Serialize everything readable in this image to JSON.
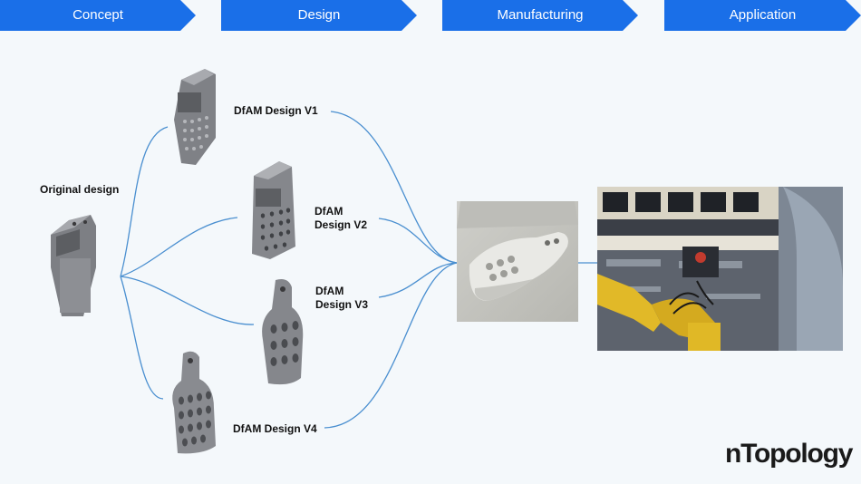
{
  "stages": [
    {
      "label": "Concept"
    },
    {
      "label": "Design"
    },
    {
      "label": "Manufacturing"
    },
    {
      "label": "Application"
    }
  ],
  "nodes": {
    "original": "Original design",
    "v1": "DfAM Design V1",
    "v2": "DfAM\nDesign V2",
    "v3": "DfAM\nDesign V3",
    "v4": "DfAM Design V4"
  },
  "brand": {
    "logo": "nTopology"
  },
  "colors": {
    "accent": "#1a6fe8",
    "connector": "#4a8fd0",
    "text": "#111111",
    "background": "#f4f8fb"
  },
  "icons": {
    "original_part": "bracket-part-icon",
    "printed_part": "printed-bracket-photo",
    "application": "robot-arm-photo"
  }
}
